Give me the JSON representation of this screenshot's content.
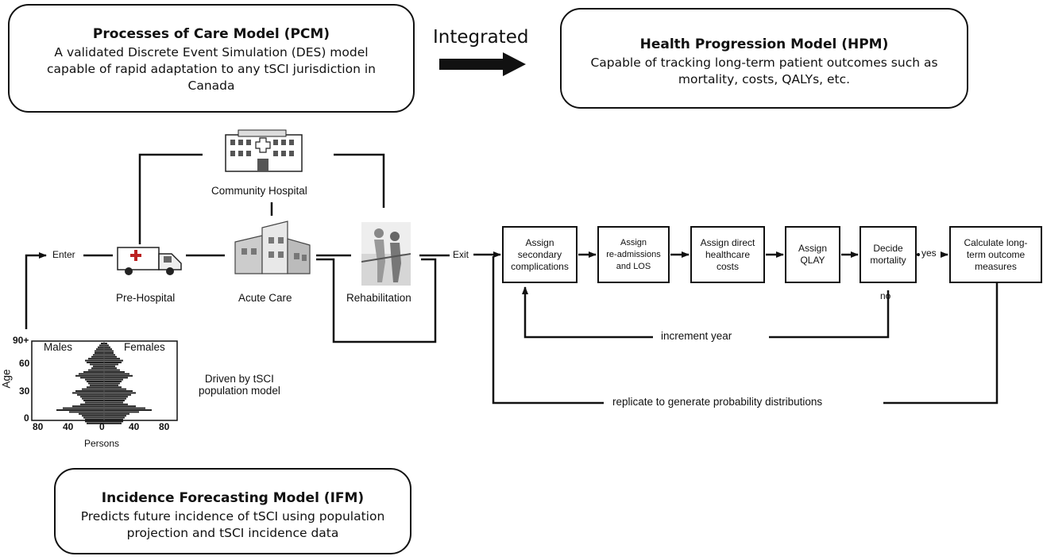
{
  "models": {
    "pcm": {
      "title": "Processes of Care Model (PCM)",
      "lines": [
        "A validated Discrete Event Simulation (DES) model",
        "capable of rapid adaptation to any tSCI jurisdiction in",
        "Canada"
      ]
    },
    "hpm": {
      "title": "Health Progression Model (HPM)",
      "lines": [
        "Capable of tracking long-term patient outcomes such as",
        "mortality, costs, QALYs, etc."
      ]
    },
    "ifm": {
      "title": "Incidence Forecasting Model (IFM)",
      "lines": [
        "Predicts future incidence of tSCI using population",
        "projection and tSCI incidence data"
      ]
    }
  },
  "integrated_label": "Integrated",
  "care_path": {
    "enter": "Enter",
    "exit": "Exit",
    "stations": {
      "community_hospital": "Community Hospital",
      "pre_hospital": "Pre-Hospital",
      "acute_care": "Acute Care",
      "rehabilitation": "Rehabilitation"
    }
  },
  "population_pyramid": {
    "y_axis_label": "Age",
    "y_ticks": [
      "90+",
      "60",
      "30",
      "0"
    ],
    "x_axis_label": "Persons",
    "x_ticks": [
      "80",
      "40",
      "0",
      "40",
      "80"
    ],
    "left_label": "Males",
    "right_label": "Females",
    "caption_lines": [
      "Driven by tSCI",
      "population model"
    ]
  },
  "hpm_steps": [
    {
      "lines": [
        "Assign",
        "secondary",
        "complications"
      ]
    },
    {
      "lines": [
        "Assign",
        "re-admissions",
        "and LOS"
      ]
    },
    {
      "lines": [
        "Assign direct",
        "healthcare",
        "costs"
      ]
    },
    {
      "lines": [
        "Assign",
        "QLAY"
      ]
    },
    {
      "lines": [
        "Decide",
        "mortality"
      ]
    },
    {
      "lines": [
        "Calculate long-",
        "term outcome",
        "measures"
      ]
    }
  ],
  "decision_labels": {
    "yes": "yes",
    "no": "no"
  },
  "loop_labels": {
    "increment": "increment year",
    "replicate": "replicate to generate probability distributions"
  }
}
